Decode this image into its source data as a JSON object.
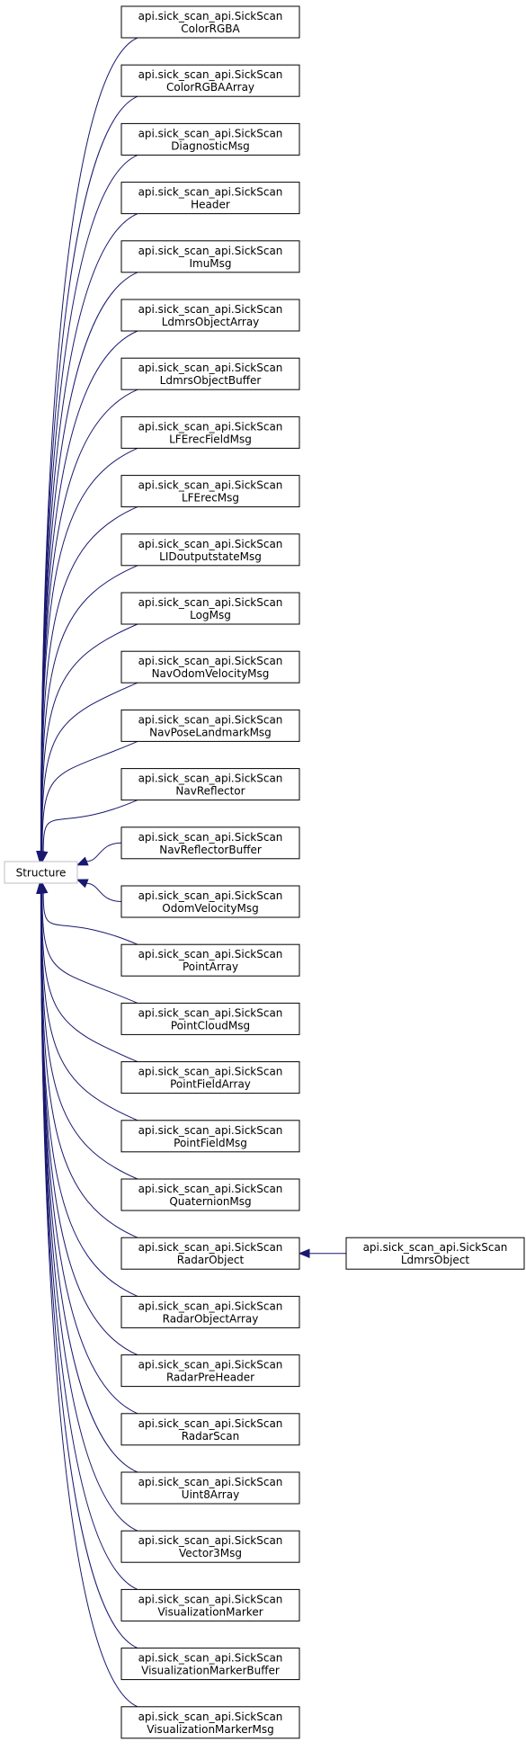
{
  "diagram": {
    "root": {
      "label": "Structure"
    },
    "classes": [
      {
        "line1": "api.sick_scan_api.SickScan",
        "line2": "ColorRGBA"
      },
      {
        "line1": "api.sick_scan_api.SickScan",
        "line2": "ColorRGBAArray"
      },
      {
        "line1": "api.sick_scan_api.SickScan",
        "line2": "DiagnosticMsg"
      },
      {
        "line1": "api.sick_scan_api.SickScan",
        "line2": "Header"
      },
      {
        "line1": "api.sick_scan_api.SickScan",
        "line2": "ImuMsg"
      },
      {
        "line1": "api.sick_scan_api.SickScan",
        "line2": "LdmrsObjectArray"
      },
      {
        "line1": "api.sick_scan_api.SickScan",
        "line2": "LdmrsObjectBuffer"
      },
      {
        "line1": "api.sick_scan_api.SickScan",
        "line2": "LFErecFieldMsg"
      },
      {
        "line1": "api.sick_scan_api.SickScan",
        "line2": "LFErecMsg"
      },
      {
        "line1": "api.sick_scan_api.SickScan",
        "line2": "LIDoutputstateMsg"
      },
      {
        "line1": "api.sick_scan_api.SickScan",
        "line2": "LogMsg"
      },
      {
        "line1": "api.sick_scan_api.SickScan",
        "line2": "NavOdomVelocityMsg"
      },
      {
        "line1": "api.sick_scan_api.SickScan",
        "line2": "NavPoseLandmarkMsg"
      },
      {
        "line1": "api.sick_scan_api.SickScan",
        "line2": "NavReflector"
      },
      {
        "line1": "api.sick_scan_api.SickScan",
        "line2": "NavReflectorBuffer"
      },
      {
        "line1": "api.sick_scan_api.SickScan",
        "line2": "OdomVelocityMsg"
      },
      {
        "line1": "api.sick_scan_api.SickScan",
        "line2": "PointArray"
      },
      {
        "line1": "api.sick_scan_api.SickScan",
        "line2": "PointCloudMsg"
      },
      {
        "line1": "api.sick_scan_api.SickScan",
        "line2": "PointFieldArray"
      },
      {
        "line1": "api.sick_scan_api.SickScan",
        "line2": "PointFieldMsg"
      },
      {
        "line1": "api.sick_scan_api.SickScan",
        "line2": "QuaternionMsg"
      },
      {
        "line1": "api.sick_scan_api.SickScan",
        "line2": "RadarObject"
      },
      {
        "line1": "api.sick_scan_api.SickScan",
        "line2": "RadarObjectArray"
      },
      {
        "line1": "api.sick_scan_api.SickScan",
        "line2": "RadarPreHeader"
      },
      {
        "line1": "api.sick_scan_api.SickScan",
        "line2": "RadarScan"
      },
      {
        "line1": "api.sick_scan_api.SickScan",
        "line2": "Uint8Array"
      },
      {
        "line1": "api.sick_scan_api.SickScan",
        "line2": "Vector3Msg"
      },
      {
        "line1": "api.sick_scan_api.SickScan",
        "line2": "VisualizationMarker"
      },
      {
        "line1": "api.sick_scan_api.SickScan",
        "line2": "VisualizationMarkerBuffer"
      },
      {
        "line1": "api.sick_scan_api.SickScan",
        "line2": "VisualizationMarkerMsg"
      }
    ],
    "subclass": {
      "line1": "api.sick_scan_api.SickScan",
      "line2": "LdmrsObject",
      "parent_index": 21
    },
    "colors": {
      "edge": "#191970",
      "node_border": "#000000",
      "root_border": "#bfbfbf"
    }
  }
}
